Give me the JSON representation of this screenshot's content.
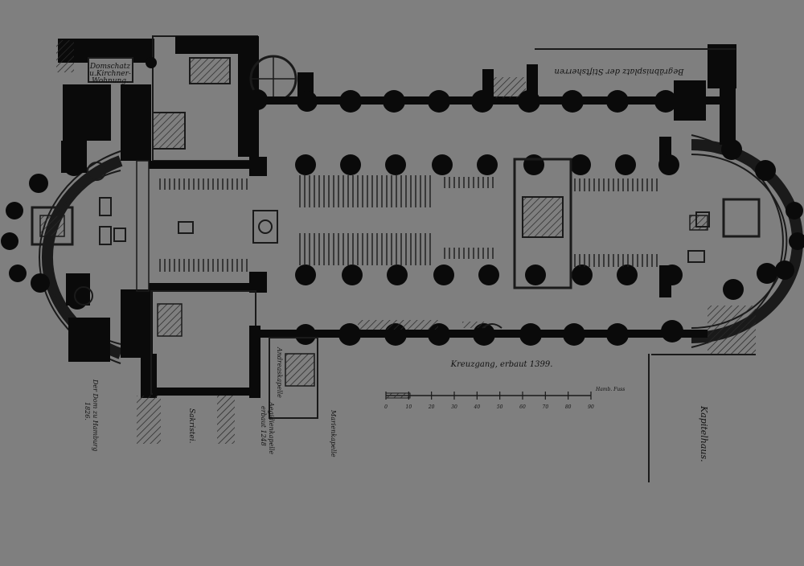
{
  "colors": {
    "background": "#7f7f7f",
    "wall": "#0a0a0a",
    "line": "#1a1a1a",
    "hatch": "#2a2a2a"
  },
  "labels": {
    "domschatz_line1": "Domschatz",
    "domschatz_line2": "u.Kirchner-",
    "domschatz_line3": "Wohnung.",
    "begraebnis": "Begräbnisplatz der Stiftsherren",
    "kreuzgang": "Kreuzgang, erbaut 1399.",
    "kapitelhaus": "Kapitelhaus.",
    "sakristei": "Sakristei.",
    "marienkapelle": "Marienkapelle",
    "andreaskapelle": "Andreaskapelle",
    "aegidienkapelle_1": "Aegidienkapelle",
    "aegidienkapelle_2": "erbaut 1248",
    "dom_left_1": "Der Dom zu Hamburg",
    "dom_left_2": "1826.",
    "scale_unit": "Hamb. Fuss"
  },
  "scale": {
    "ticks": [
      "0",
      "10",
      "20",
      "30",
      "40",
      "50",
      "60",
      "70",
      "80",
      "90"
    ]
  }
}
